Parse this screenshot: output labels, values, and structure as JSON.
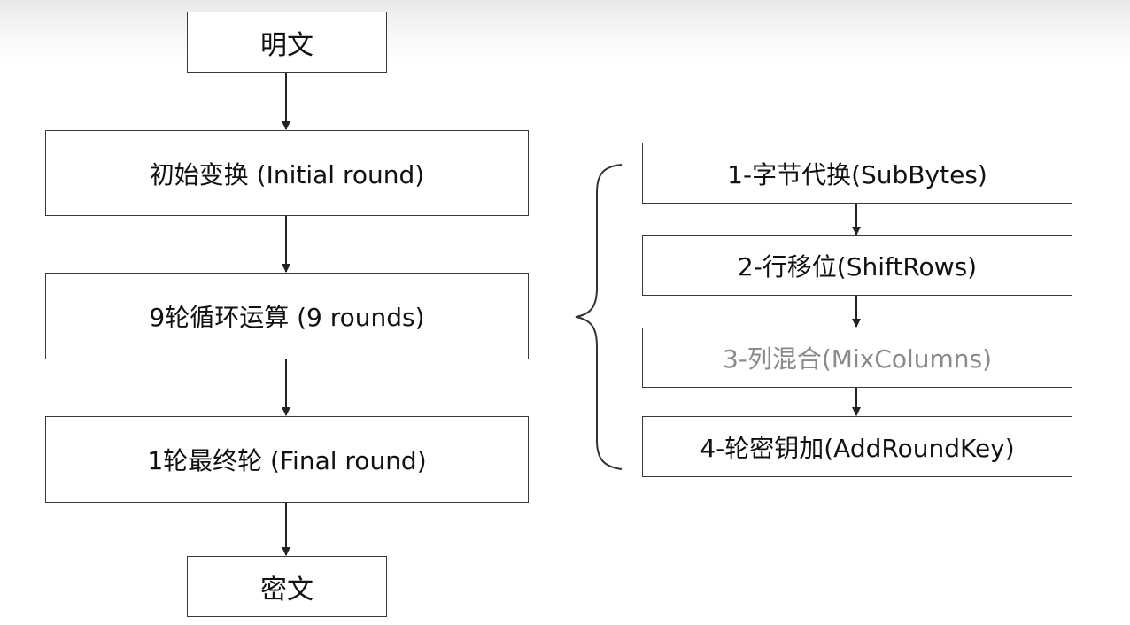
{
  "main_flow": {
    "plaintext": "明文",
    "initial_round": "初始变换 (Initial round)",
    "rounds": "9轮循环运算 (9 rounds)",
    "final_round": "1轮最终轮 (Final round)",
    "ciphertext": "密文"
  },
  "round_steps": [
    {
      "label": "1-字节代换(SubBytes)"
    },
    {
      "label": "2-行移位(ShiftRows)"
    },
    {
      "label": "3-列混合(MixColumns)",
      "faded": true
    },
    {
      "label": "4-轮密钥加(AddRoundKey)"
    }
  ],
  "colors": {
    "line": "#222222",
    "border": "#3a3a3a",
    "faded_text": "#8a8a8a"
  }
}
